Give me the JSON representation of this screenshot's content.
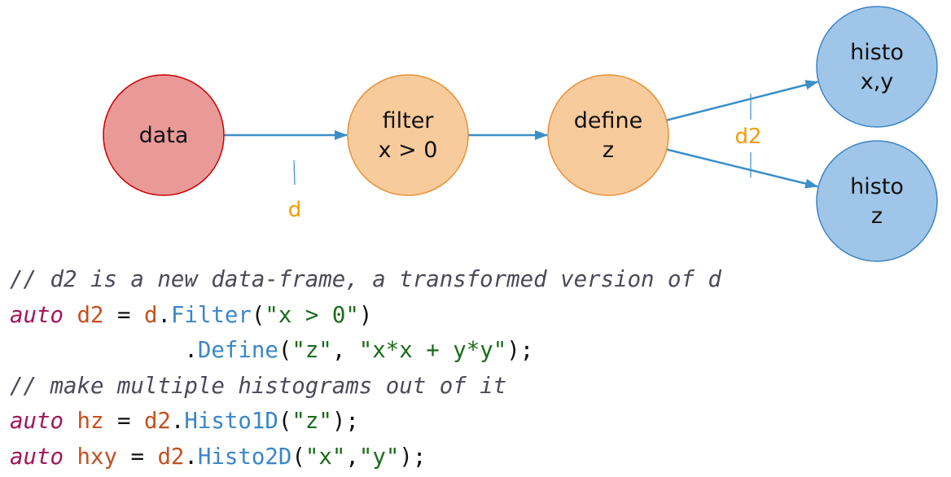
{
  "colors": {
    "edge": "#3a8fc8",
    "edge_label": "#f59c00",
    "data_fill": "#ea9999",
    "data_stroke": "#cc0000",
    "step_fill": "#f8cb9c",
    "step_stroke": "#e69138",
    "histo_fill": "#9fc5e8",
    "histo_stroke": "#3d85c6",
    "code_comment": "#4d4957",
    "code_keyword": "#a3145a",
    "code_variable": "#c5501e",
    "code_method": "#3a86c8",
    "code_string": "#1a6b1a",
    "code_plain": "#111111"
  },
  "diagram": {
    "nodes": [
      {
        "id": "data",
        "kind": "data",
        "lines": [
          "data"
        ]
      },
      {
        "id": "filter",
        "kind": "step",
        "lines": [
          "filter",
          "x > 0"
        ]
      },
      {
        "id": "define",
        "kind": "step",
        "lines": [
          "define",
          "z"
        ]
      },
      {
        "id": "histo-xy",
        "kind": "histo",
        "lines": [
          "histo",
          "x,y"
        ]
      },
      {
        "id": "histo-z",
        "kind": "histo",
        "lines": [
          "histo",
          "z"
        ]
      }
    ],
    "edges": [
      {
        "from": "data",
        "to": "filter"
      },
      {
        "from": "filter",
        "to": "define"
      },
      {
        "from": "define",
        "to": "histo-xy"
      },
      {
        "from": "define",
        "to": "histo-z"
      }
    ],
    "edge_labels": [
      {
        "text": "d",
        "refers_to": "data-to-filter"
      },
      {
        "text": "d2",
        "refers_to": "define-to-histos"
      }
    ]
  },
  "code": {
    "lines": [
      [
        {
          "t": "// d2 is a new data-frame, a transformed version of d",
          "c": "comment"
        }
      ],
      [
        {
          "t": "auto",
          "c": "keyword"
        },
        {
          "t": " ",
          "c": "plain"
        },
        {
          "t": "d2",
          "c": "variable"
        },
        {
          "t": " = ",
          "c": "plain"
        },
        {
          "t": "d",
          "c": "variable"
        },
        {
          "t": ".",
          "c": "plain"
        },
        {
          "t": "Filter",
          "c": "method"
        },
        {
          "t": "(",
          "c": "plain"
        },
        {
          "t": "\"x > 0\"",
          "c": "string"
        },
        {
          "t": ")",
          "c": "plain"
        }
      ],
      [
        {
          "t": "             .",
          "c": "plain"
        },
        {
          "t": "Define",
          "c": "method"
        },
        {
          "t": "(",
          "c": "plain"
        },
        {
          "t": "\"z\"",
          "c": "string"
        },
        {
          "t": ", ",
          "c": "plain"
        },
        {
          "t": "\"x*x + y*y\"",
          "c": "string"
        },
        {
          "t": ");",
          "c": "plain"
        }
      ],
      [
        {
          "t": "// make multiple histograms out of it",
          "c": "comment"
        }
      ],
      [
        {
          "t": "auto",
          "c": "keyword"
        },
        {
          "t": " ",
          "c": "plain"
        },
        {
          "t": "hz",
          "c": "variable"
        },
        {
          "t": " = ",
          "c": "plain"
        },
        {
          "t": "d2",
          "c": "variable"
        },
        {
          "t": ".",
          "c": "plain"
        },
        {
          "t": "Histo1D",
          "c": "method"
        },
        {
          "t": "(",
          "c": "plain"
        },
        {
          "t": "\"z\"",
          "c": "string"
        },
        {
          "t": ");",
          "c": "plain"
        }
      ],
      [
        {
          "t": "auto",
          "c": "keyword"
        },
        {
          "t": " ",
          "c": "plain"
        },
        {
          "t": "hxy",
          "c": "variable"
        },
        {
          "t": " = ",
          "c": "plain"
        },
        {
          "t": "d2",
          "c": "variable"
        },
        {
          "t": ".",
          "c": "plain"
        },
        {
          "t": "Histo2D",
          "c": "method"
        },
        {
          "t": "(",
          "c": "plain"
        },
        {
          "t": "\"x\"",
          "c": "string"
        },
        {
          "t": ",",
          "c": "plain"
        },
        {
          "t": "\"y\"",
          "c": "string"
        },
        {
          "t": ");",
          "c": "plain"
        }
      ]
    ]
  }
}
